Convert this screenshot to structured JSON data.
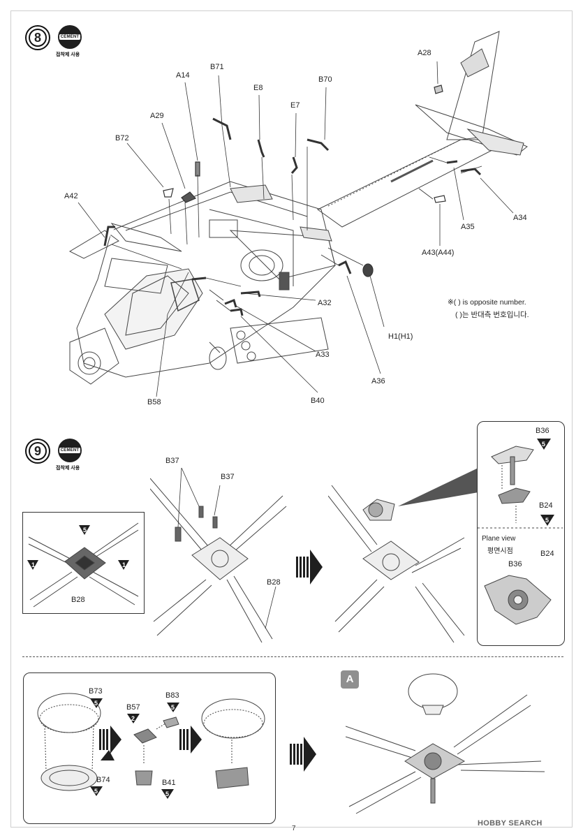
{
  "steps": {
    "step8": {
      "number": "8",
      "cement_label": "CEMENT",
      "cement_caption": "접착제 사용",
      "parts": {
        "A28": "A28",
        "B71": "B71",
        "A14": "A14",
        "E8": "E8",
        "B70": "B70",
        "E7": "E7",
        "A29": "A29",
        "B72": "B72",
        "A42": "A42",
        "A34": "A34",
        "A35": "A35",
        "A43": "A43(A44)",
        "A32": "A32",
        "H1": "H1(H1)",
        "A33": "A33",
        "A36": "A36",
        "B40": "B40",
        "B58": "B58"
      },
      "note_en": "※( ) is opposite number.",
      "note_ko": "( )는 반대측 번호입니다."
    },
    "step9": {
      "number": "9",
      "cement_label": "CEMENT",
      "cement_caption": "접착제 사용",
      "inset_label": "B28",
      "inset_badges": [
        "5",
        "1",
        "1"
      ],
      "B37a": "B37",
      "B37b": "B37",
      "B28": "B28",
      "detail": {
        "B36": "B36",
        "B36_badge": "5",
        "B24": "B24",
        "B24_badge": "5",
        "plane_view_en": "Plane view",
        "plane_view_ko": "평면시점",
        "pv_B36": "B36",
        "pv_B24": "B24"
      }
    },
    "subassembly": {
      "B73": "B73",
      "B73_badge": "5",
      "B74": "B74",
      "B74_badge": "5",
      "B57": "B57",
      "B57_badge": "2",
      "B83": "B83",
      "B83_badge": "5",
      "B41": "B41",
      "B41_badge": "5",
      "callout": "A"
    }
  },
  "footer": {
    "page_number": "7",
    "watermark": "HOBBY SEARCH"
  },
  "colors": {
    "ink": "#222222",
    "badge": "#1f1f1f",
    "callout": "#8f8f8f"
  }
}
